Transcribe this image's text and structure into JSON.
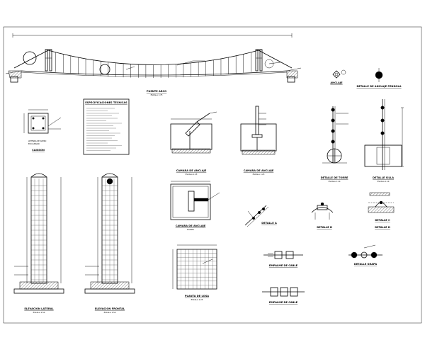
{
  "main_elevation": {
    "title": "PUENTE ARCO"
  },
  "details": {
    "anclaje": {
      "title": "ANCLAJE"
    },
    "detalle_tensor": {
      "title": "DETALLE DE ANCLAJE PENDOLA"
    },
    "caisson": {
      "title": "CAISSON"
    },
    "spec_box": {
      "title": "ESPECIFICACIONES TECNICAS"
    },
    "camara_anclaje_a": {
      "title": "CAMARA DE ANCLAJE"
    },
    "camara_anclaje_b": {
      "title": "CAMARA DE ANCLAJE"
    },
    "detalle_torre": {
      "title": "DETALLE DE TORRE"
    },
    "detalle_silla": {
      "title": "DETALLE SILLA"
    },
    "torre_lateral": {
      "title": "ELEVACION LATERAL"
    },
    "torre_frontal": {
      "title": "ELEVACION FRONTAL"
    },
    "camara_planta": {
      "title": "CAMARA DE ANCLAJE"
    },
    "detalle_a": {
      "title": "DETALLE A"
    },
    "detalle_b": {
      "title": "DETALLE B"
    },
    "detalle_c": {
      "title": "DETALLE C"
    },
    "detalle_d": {
      "title": "DETALLE D"
    },
    "losa_planta": {
      "title": "PLANTA DE LOSA"
    },
    "empalme_1": {
      "title": "EMPALME DE CABLE"
    },
    "empalme_2": {
      "title": "EMPALME DE CABLE"
    },
    "detalle_grapa": {
      "title": "DETALLE GRAPA"
    }
  }
}
